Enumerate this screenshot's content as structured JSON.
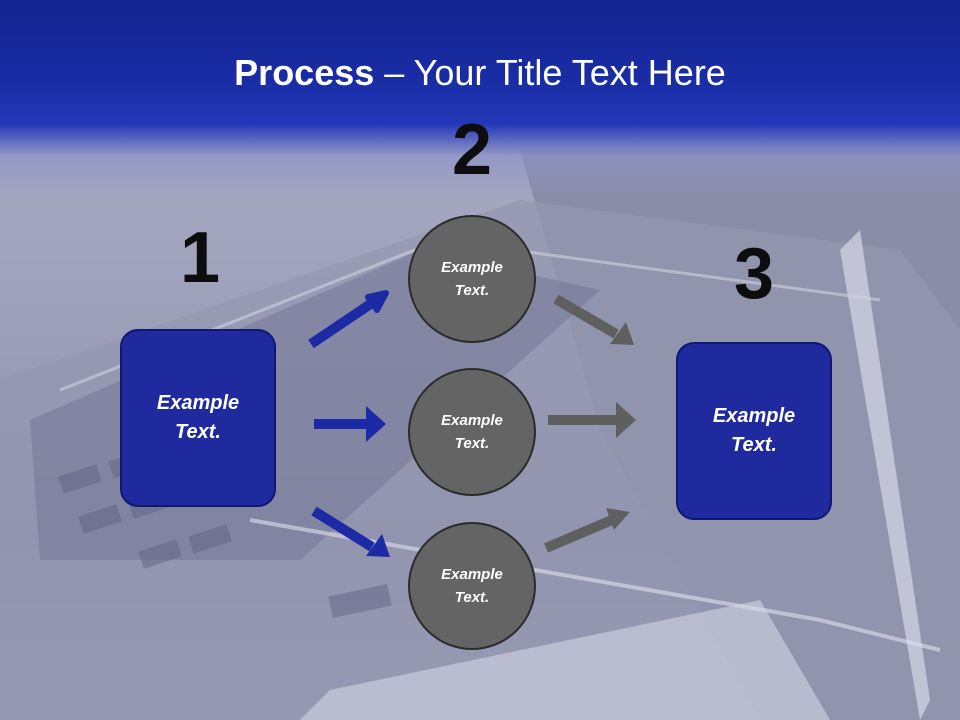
{
  "title": {
    "bold": "Process",
    "rest": " – Your Title Text Here"
  },
  "steps": [
    {
      "number": "1",
      "label": "Example\nText."
    },
    {
      "number": "2",
      "label": "Example\nText."
    },
    {
      "number": "3",
      "label": "Example\nText."
    }
  ],
  "circles": [
    {
      "label": "Example\nText."
    },
    {
      "label": "Example\nText."
    },
    {
      "label": "Example\nText."
    }
  ],
  "colors": {
    "header_blue": "#1a2ea8",
    "box_blue": "#1f2a9e",
    "circle_gray": "#646464",
    "arrow_blue": "#1c2aa6",
    "arrow_gray": "#5f5f5f"
  }
}
